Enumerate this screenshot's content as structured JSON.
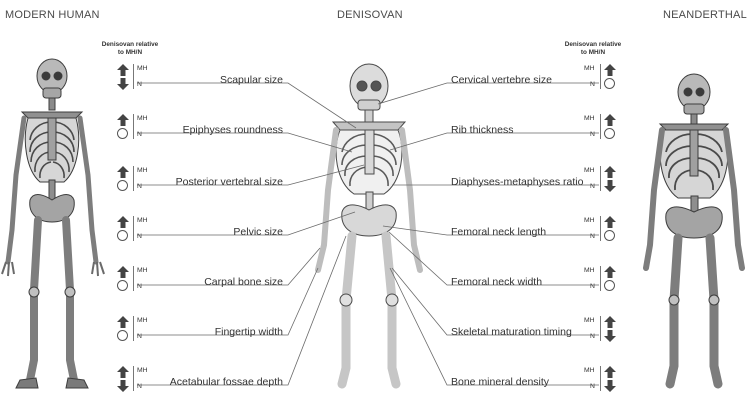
{
  "titles": {
    "modern_human": "MODERN HUMAN",
    "denisovan": "DENISOVAN",
    "neanderthal": "NEANDERTHAL"
  },
  "indicator_header": {
    "line1": "Denisovan relative",
    "line2": "to MH/N"
  },
  "indicator_labels": {
    "mh": "MH",
    "n": "N"
  },
  "left_traits": [
    {
      "label": "Scapular size",
      "mh": "up",
      "n": "down"
    },
    {
      "label": "Epiphyses roundness",
      "mh": "up",
      "n": "same"
    },
    {
      "label": "Posterior vertebral size",
      "mh": "up",
      "n": "same"
    },
    {
      "label": "Pelvic size",
      "mh": "up",
      "n": "same"
    },
    {
      "label": "Carpal bone size",
      "mh": "up",
      "n": "same"
    },
    {
      "label": "Fingertip width",
      "mh": "up",
      "n": "same"
    },
    {
      "label": "Acetabular fossae depth",
      "mh": "up",
      "n": "down"
    }
  ],
  "right_traits": [
    {
      "label": "Cervical vertebre size",
      "mh": "up",
      "n": "same"
    },
    {
      "label": "Rib thickness",
      "mh": "up",
      "n": "same"
    },
    {
      "label": "Diaphyses-metaphyses ratio",
      "mh": "up",
      "n": "down"
    },
    {
      "label": "Femoral neck length",
      "mh": "up",
      "n": "same"
    },
    {
      "label": "Femoral neck width",
      "mh": "up",
      "n": "same"
    },
    {
      "label": "Skeletal maturation timing",
      "mh": "up",
      "n": "down"
    },
    {
      "label": "Bone mineral density",
      "mh": "up",
      "n": "down"
    }
  ],
  "colors": {
    "bone": "#8c8c8c",
    "bone_dark": "#5a5a5a",
    "bone_light": "#c8c8c8",
    "denisovan_bone": "#e8e8e8",
    "leader_line": "#6a6a6a",
    "arrow": "#444444"
  }
}
